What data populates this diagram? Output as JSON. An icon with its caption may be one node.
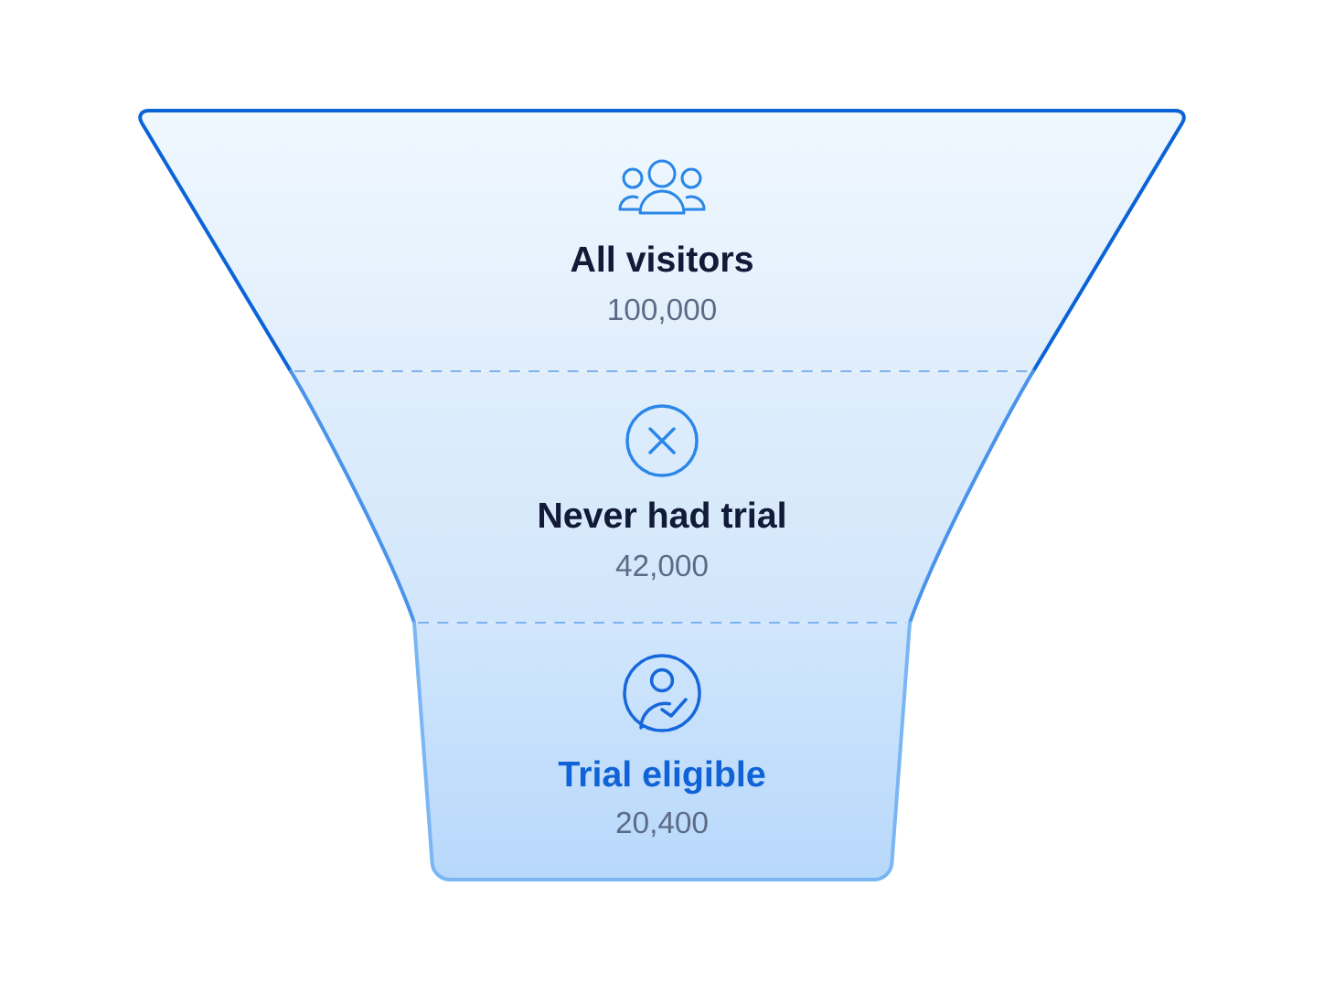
{
  "diagram": {
    "nodes": [
      {
        "text": [
          "All visitors",
          "100,000"
        ]
      },
      {
        "text": [
          "Never had trial",
          "42,000"
        ]
      },
      {
        "text": [
          "Trial eligible",
          "20,400"
        ]
      }
    ]
  }
}
